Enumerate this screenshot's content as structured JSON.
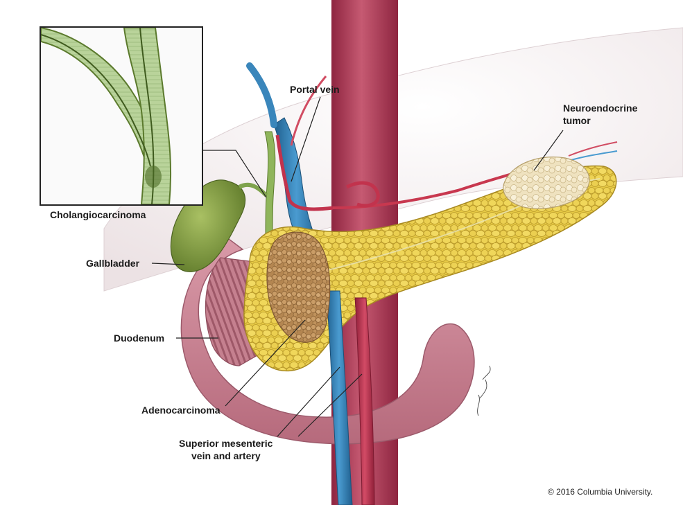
{
  "labels": {
    "portal_vein": "Portal vein",
    "neuroendocrine_line1": "Neuroendocrine",
    "neuroendocrine_line2": "tumor",
    "cholangiocarcinoma": "Cholangiocarcinoma",
    "gallbladder": "Gallbladder",
    "duodenum": "Duodenum",
    "adenocarcinoma": "Adenocarcinoma",
    "smva_line1": "Superior mesenteric",
    "smva_line2": "vein and artery"
  },
  "copyright": "© 2016 Columbia University.",
  "colors": {
    "liver": "#efe6e8",
    "pancreas": "#e8cf4a",
    "pancreas_shadow": "#c9a92e",
    "aorta": "#b23a55",
    "vein_blue": "#2f7fb3",
    "artery_red": "#c2334d",
    "duodenum": "#c98595",
    "gallbladder": "#7d9a3e",
    "tumor_brown": "#b98e5a",
    "tumor_cream": "#f1e7c9",
    "bile_duct_green": "#9fc07a"
  }
}
